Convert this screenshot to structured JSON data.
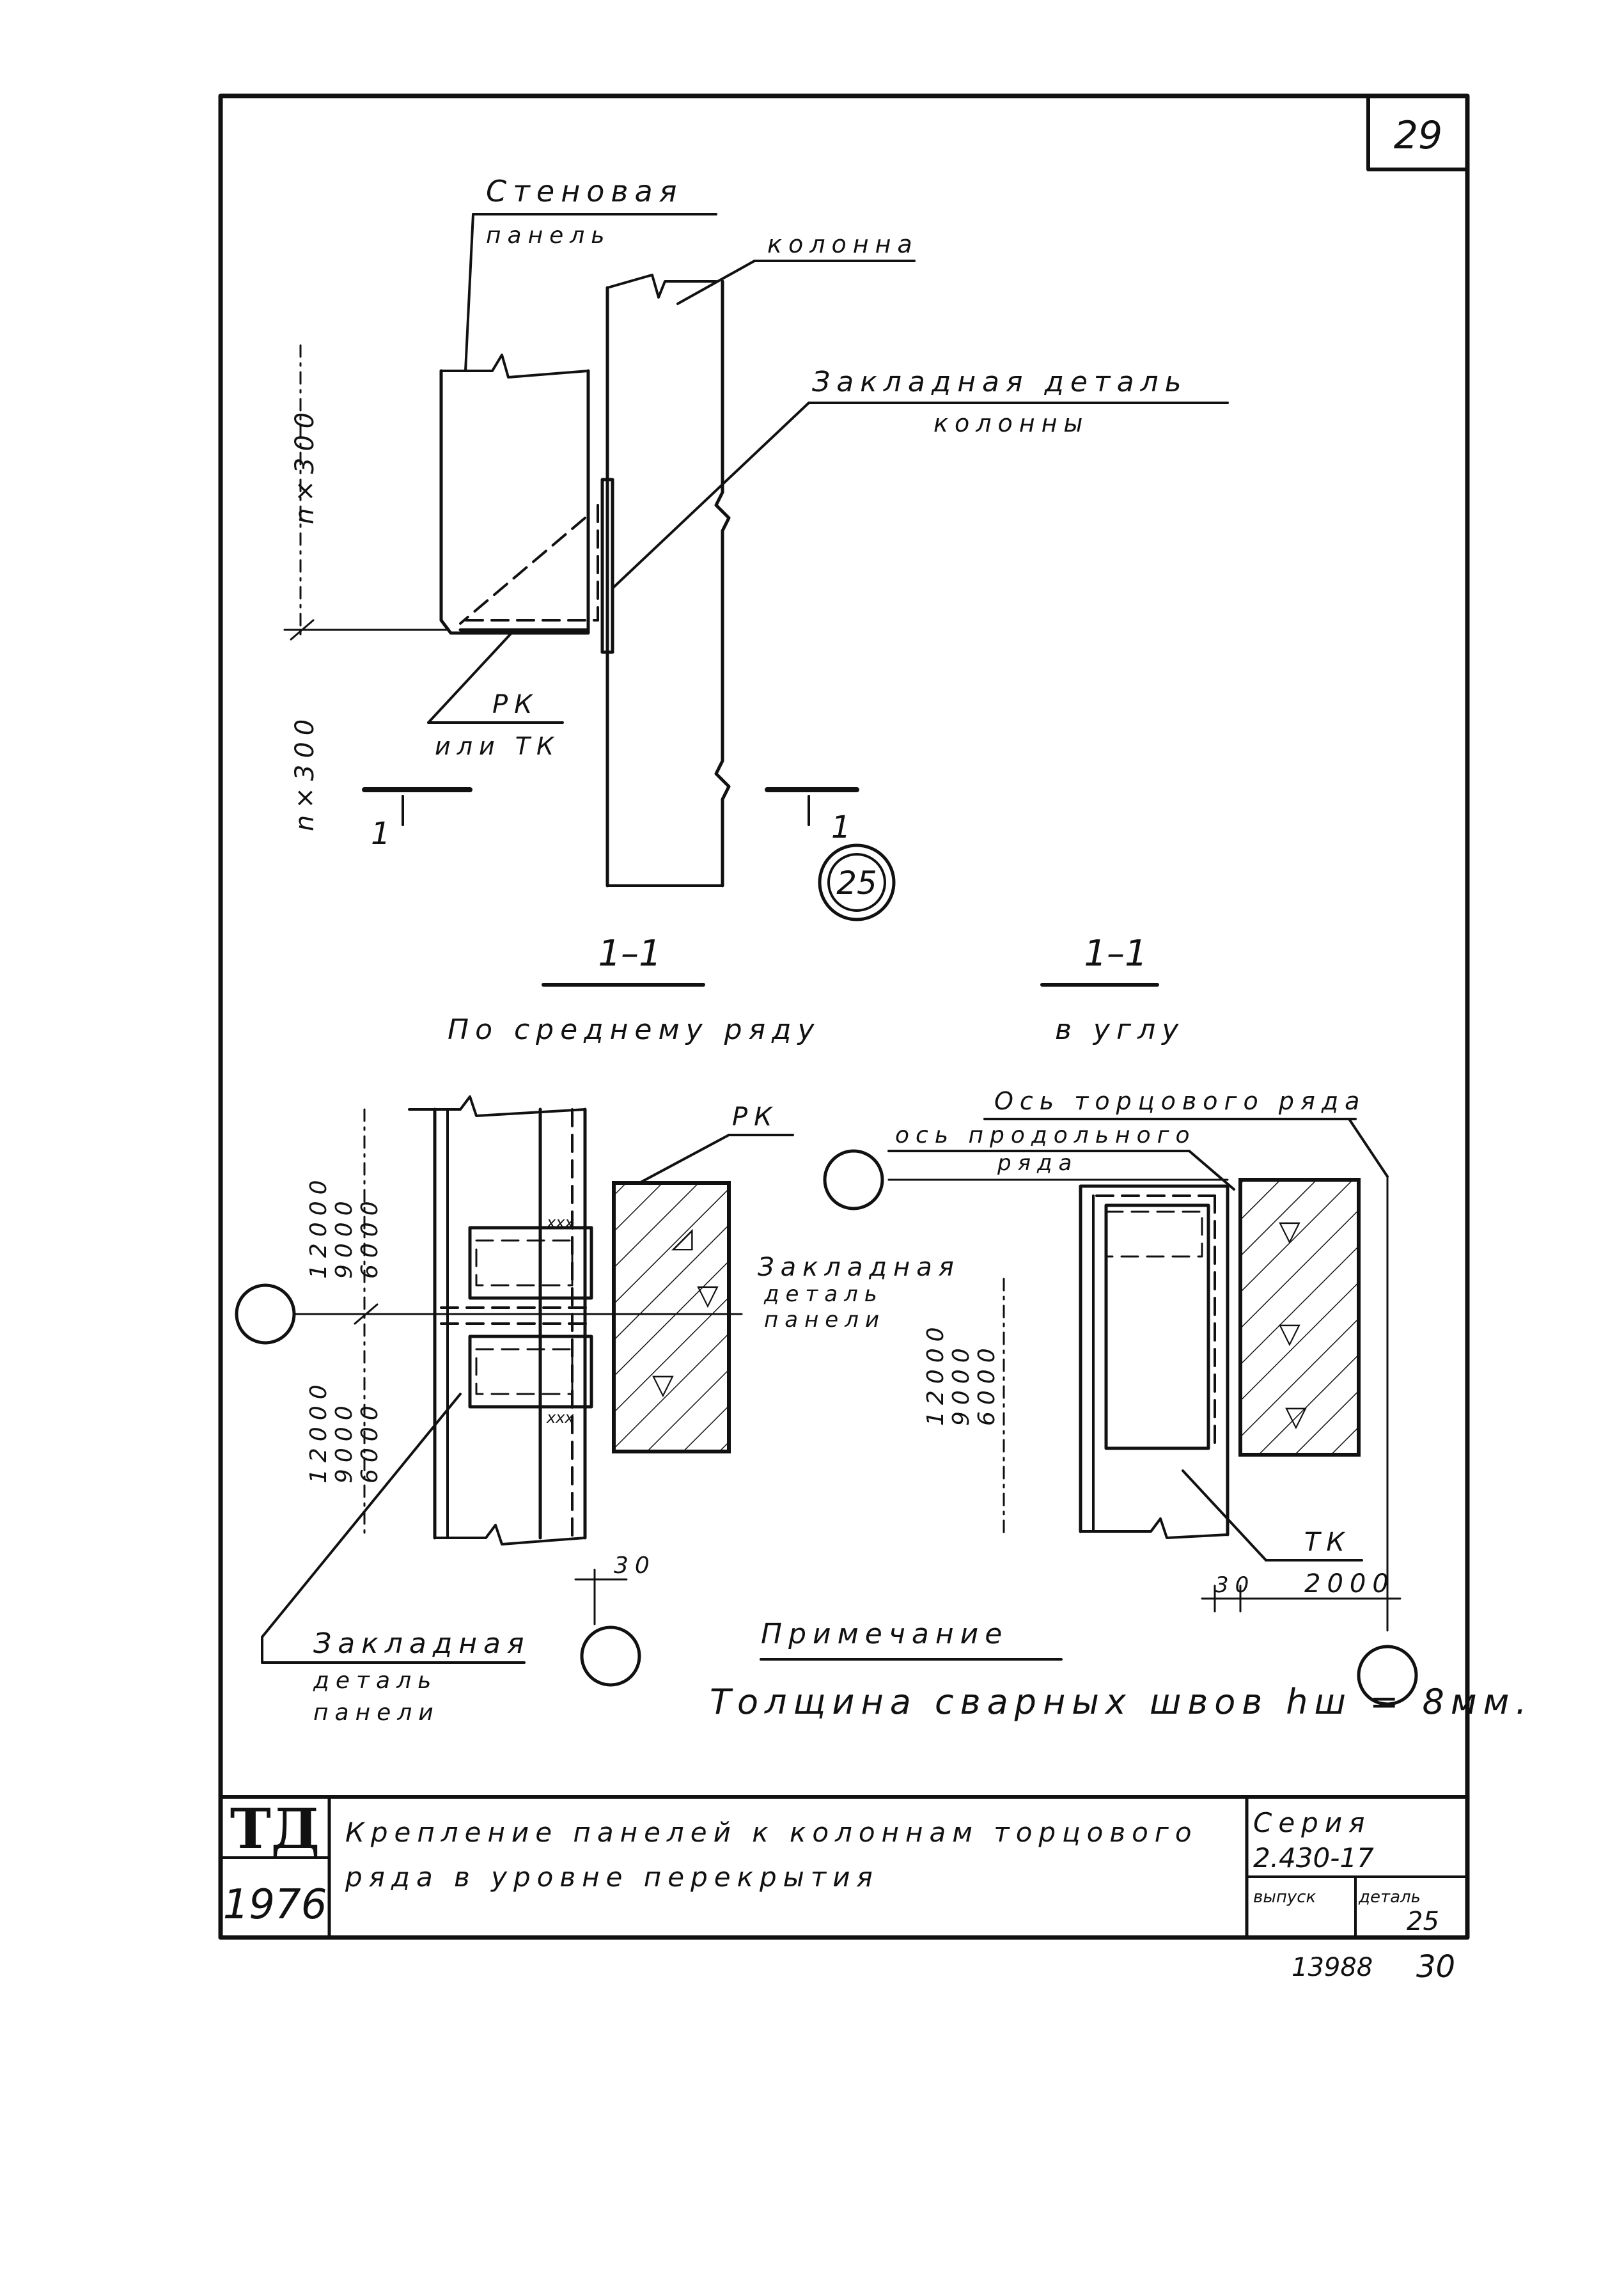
{
  "sheet_number": "29",
  "labels": {
    "wall_panel_line1": "Стеновая",
    "wall_panel_line2": "панель",
    "column": "колонна",
    "embed_column_line1": "Закладная деталь",
    "embed_column_line2": "колонны",
    "rk_top": "РК",
    "rk_bottom": "или ТК",
    "dim_n300_a": "n×300",
    "dim_n300_b": "n×300",
    "section_mark": "1",
    "detail_number": "25"
  },
  "sections": {
    "left_title": "1–1",
    "left_subtitle": "По среднему ряду",
    "right_title": "1–1",
    "right_subtitle": "в углу"
  },
  "left_section": {
    "rk": "РК",
    "embed_panel_line1": "Закладная",
    "embed_panel_line2": "деталь",
    "embed_panel_line3": "панели",
    "dims_upper": [
      "12000",
      "9000",
      "6000"
    ],
    "dims_lower": [
      "12000",
      "9000",
      "6000"
    ],
    "gap": "30",
    "embed_bottom_line1": "Закладная",
    "embed_bottom_line2": "деталь",
    "embed_bottom_line3": "панели"
  },
  "right_section": {
    "axis_end": "Ось торцового ряда",
    "axis_long_line1": "ось продольного",
    "axis_long_line2": "ряда",
    "dims": [
      "12000",
      "9000",
      "6000"
    ],
    "tk": "ТК",
    "gap": "30",
    "offset": "2000"
  },
  "note": {
    "title": "Примечание",
    "text": "Толщина сварных швов hш = 8мм."
  },
  "title_block": {
    "logo": "ТД",
    "year": "1976",
    "title_line1": "Крепление панелей к колоннам торцового",
    "title_line2": "ряда в уровне перекрытия",
    "series_label": "Серия",
    "series_value": "2.430-17",
    "issue_label": "выпуск",
    "detail_label": "деталь",
    "detail_value": "25"
  },
  "footer": {
    "doc_number": "13988",
    "page": "30"
  }
}
